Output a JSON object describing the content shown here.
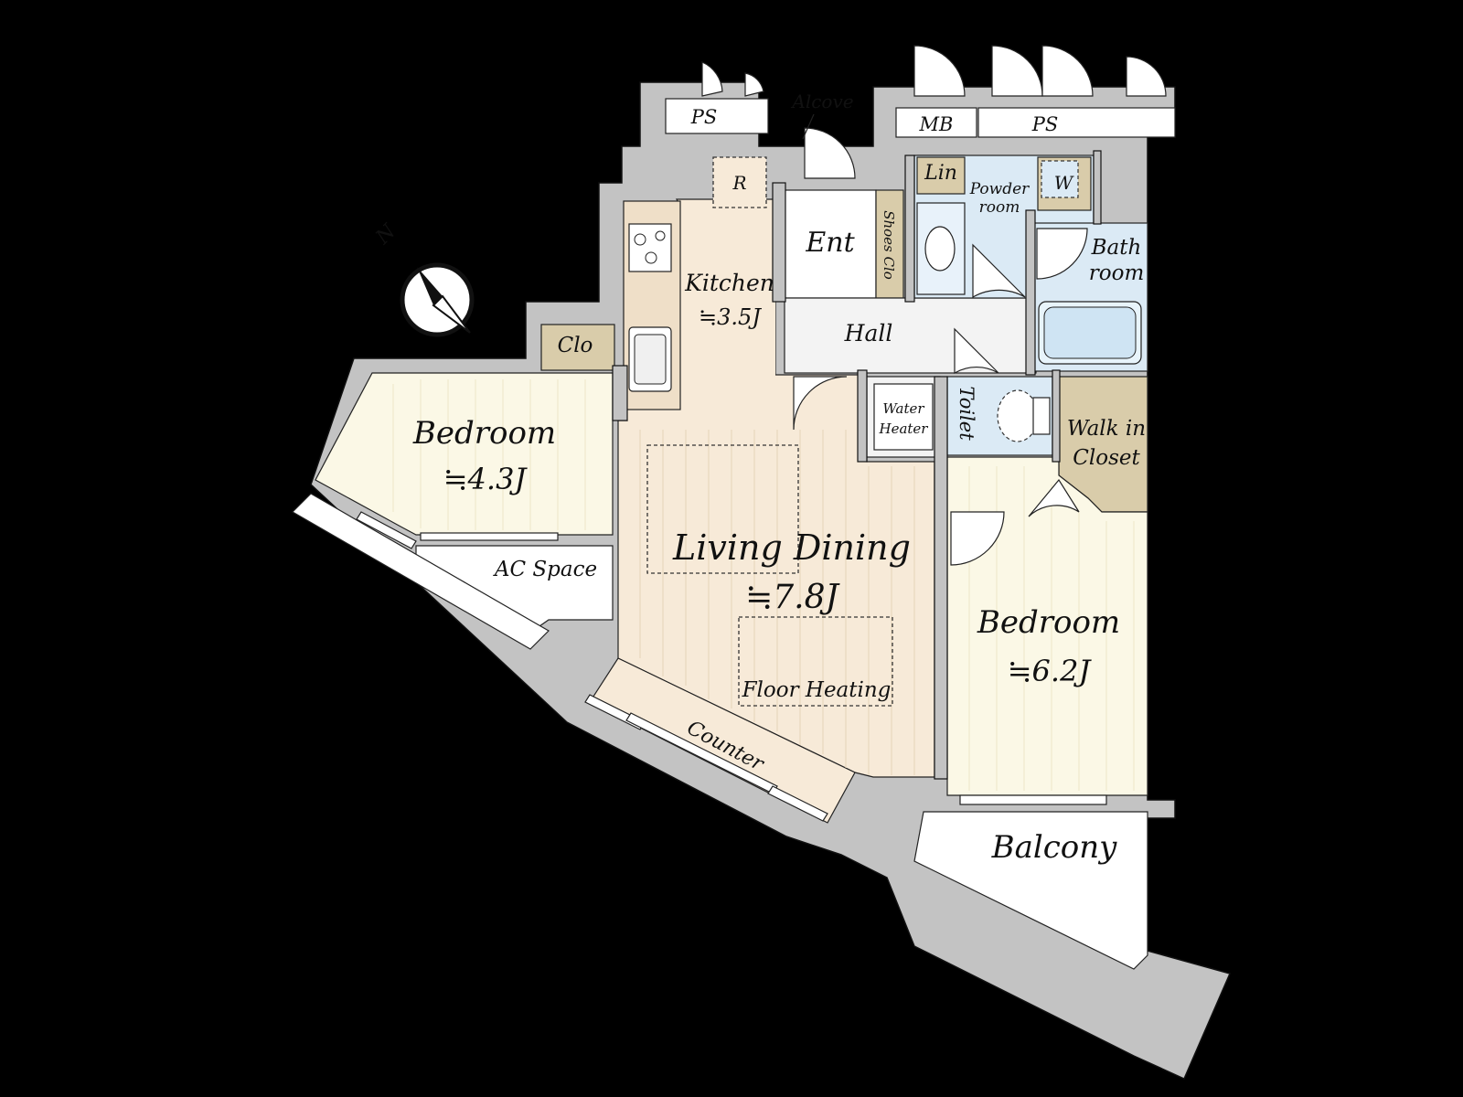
{
  "colors": {
    "background": "#000000",
    "wall": "#c3c3c3",
    "floor_wood": "#f7ead8",
    "floor_bedroom": "#fbf8e6",
    "floor_wet": "#dbeaf5",
    "floor_hall": "#f3f3f3",
    "storage": "#d9ccaa",
    "balcony": "#ffffff"
  },
  "compass": {
    "north_label": "N",
    "icon": "compass-icon"
  },
  "rooms": {
    "bedroom_left": {
      "name": "Bedroom",
      "size": "≒4.3J"
    },
    "kitchen": {
      "name": "Kitchen",
      "size": "≒3.5J"
    },
    "living": {
      "name": "Living Dining",
      "size": "≒7.8J"
    },
    "bedroom_right": {
      "name": "Bedroom",
      "size": "≒6.2J"
    },
    "floor_heating": "Floor Heating",
    "counter": "Counter",
    "ac_space": "AC Space",
    "balcony": "Balcony",
    "clo": "Clo",
    "fridge": "R",
    "entrance": "Ent",
    "shoes_clo": "Shoes Clo",
    "hall": "Hall",
    "lin": "Lin",
    "powder_room": [
      "Powder",
      "room"
    ],
    "washer": "W",
    "bath_room": [
      "Bath",
      "room"
    ],
    "water_heater": [
      "Water",
      "Heater"
    ],
    "toilet": "Toilet",
    "walk_in_closet": [
      "Walk in",
      "Closet"
    ],
    "alcove": "Alcove",
    "ps_left": "PS",
    "mb": "MB",
    "ps_right": "PS"
  }
}
